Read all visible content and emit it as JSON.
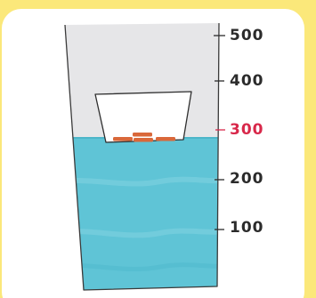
{
  "scale": {
    "ticks": [
      {
        "label": "500",
        "highlighted": false
      },
      {
        "label": "400",
        "highlighted": false
      },
      {
        "label": "300",
        "highlighted": true
      },
      {
        "label": "200",
        "highlighted": false
      },
      {
        "label": "100",
        "highlighted": false
      }
    ],
    "water_level": 300,
    "highlight_color": "#d8284a"
  },
  "colors": {
    "background": "#fbe87a",
    "card": "#ffffff",
    "glass_air": "#e6e6e8",
    "water": "#5fc4d6",
    "boat": "#ffffff",
    "cargo": "#d9683a"
  }
}
